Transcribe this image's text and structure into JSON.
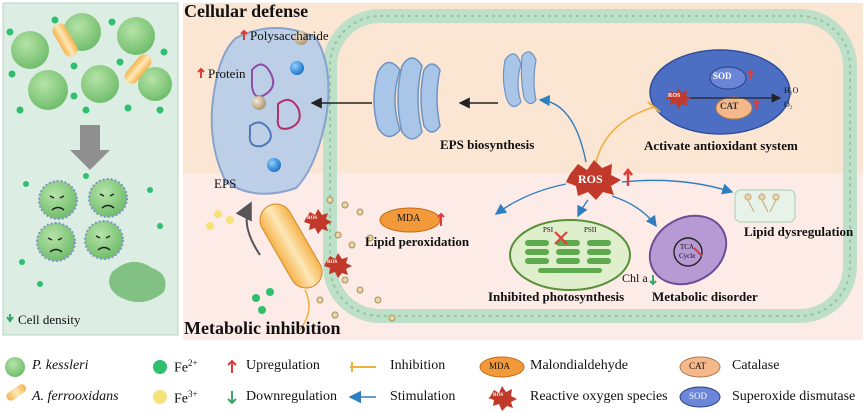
{
  "sections": {
    "cellular_defense": "Cellular defense",
    "metabolic_inhibition": "Metabolic inhibition"
  },
  "eps_panel": {
    "polysaccharide": "Polysaccharide",
    "protein": "Protein",
    "eps": "EPS"
  },
  "labels": {
    "eps_biosynthesis": "EPS biosynthesis",
    "activate_antioxidant": "Activate antioxidant system",
    "ros_center": "ROS",
    "lipid_peroxidation": "Lipid peroxidation",
    "lipid_dysregulation": "Lipid dysregulation",
    "inhibited_photosynthesis": "Inhibited photosynthesis",
    "metabolic_disorder": "Metabolic disorder",
    "chl_a": "Chl a",
    "mda": "MDA",
    "sod": "SOD",
    "cat": "CAT",
    "ros_small": "ROS",
    "h2o": "H₂O",
    "o2": "O₂",
    "psi": "PSI",
    "psii": "PSII",
    "tca": "TCA",
    "cycle": "Cycle",
    "cell_density": "Cell density"
  },
  "legend": {
    "p_kessleri": "P. kessleri",
    "a_ferrooxidans": "A. ferrooxidans",
    "fe2": "Fe",
    "fe2_sup": "2+",
    "fe3": "Fe",
    "fe3_sup": "3+",
    "upregulation": "Upregulation",
    "downregulation": "Downregulation",
    "inhibition": "Inhibition",
    "stimulation": "Stimulation",
    "mda_badge": "MDA",
    "malondialdehyde": "Malondialdehyde",
    "ros_badge": "ROS",
    "reactive_oxygen_species": "Reactive oxygen species",
    "cat_badge": "CAT",
    "catalase": "Catalase",
    "sod_badge": "SOD",
    "superoxide_dismutase": "Superoxide dismutase"
  },
  "colors": {
    "defense_bg": "#fbe6d4",
    "inhibition_bg": "#fcebe6",
    "left_panel_bg": "#dceee3",
    "algae": "#8fcf8a",
    "fe2": "#2fbf6f",
    "fe3": "#f7e27a",
    "up_arrow": "#e03a3a",
    "down_arrow": "#3aa46a",
    "stimulation": "#2f7fc0",
    "inhibition": "#f0b040",
    "ros_star": "#c0392b",
    "cat": "#f5b88a",
    "sod": "#7a8fd0",
    "mda": "#f29a3a"
  }
}
